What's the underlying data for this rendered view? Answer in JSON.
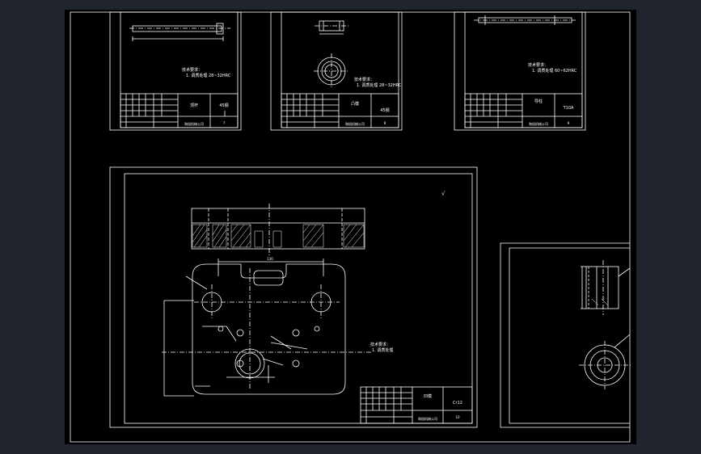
{
  "sheets": {
    "top_left": {
      "notes_title": "技术要求：",
      "notes_line": "1. 调质处理 28~32HRC",
      "part_name": "顶杆",
      "material": "45钢",
      "sheet_no": "7",
      "org": "和旭机械公司"
    },
    "top_middle": {
      "notes_title": "技术要求：",
      "notes_line": "1. 调质处理 28~32HRC",
      "part_name": "凸模",
      "material": "45钢",
      "sheet_no": "8",
      "org": "和旭机械公司"
    },
    "top_right": {
      "notes_title": "技术要求：",
      "notes_line": "1. 调质处理 60~62HRC",
      "part_name": "导柱",
      "material": "T10A",
      "sheet_no": "9",
      "org": "和旭机械公司"
    },
    "main": {
      "roughness": "√",
      "notes_title": "技术要求：",
      "notes_line": "1. 调质处理",
      "dim_top": "130",
      "part_name": "凹模",
      "material": "Cr12",
      "sheet_no": "10",
      "org": "和旭机械公司"
    }
  },
  "colors": {
    "background": "#000000",
    "lines": "#ffffff",
    "chrome": "#20242c"
  }
}
